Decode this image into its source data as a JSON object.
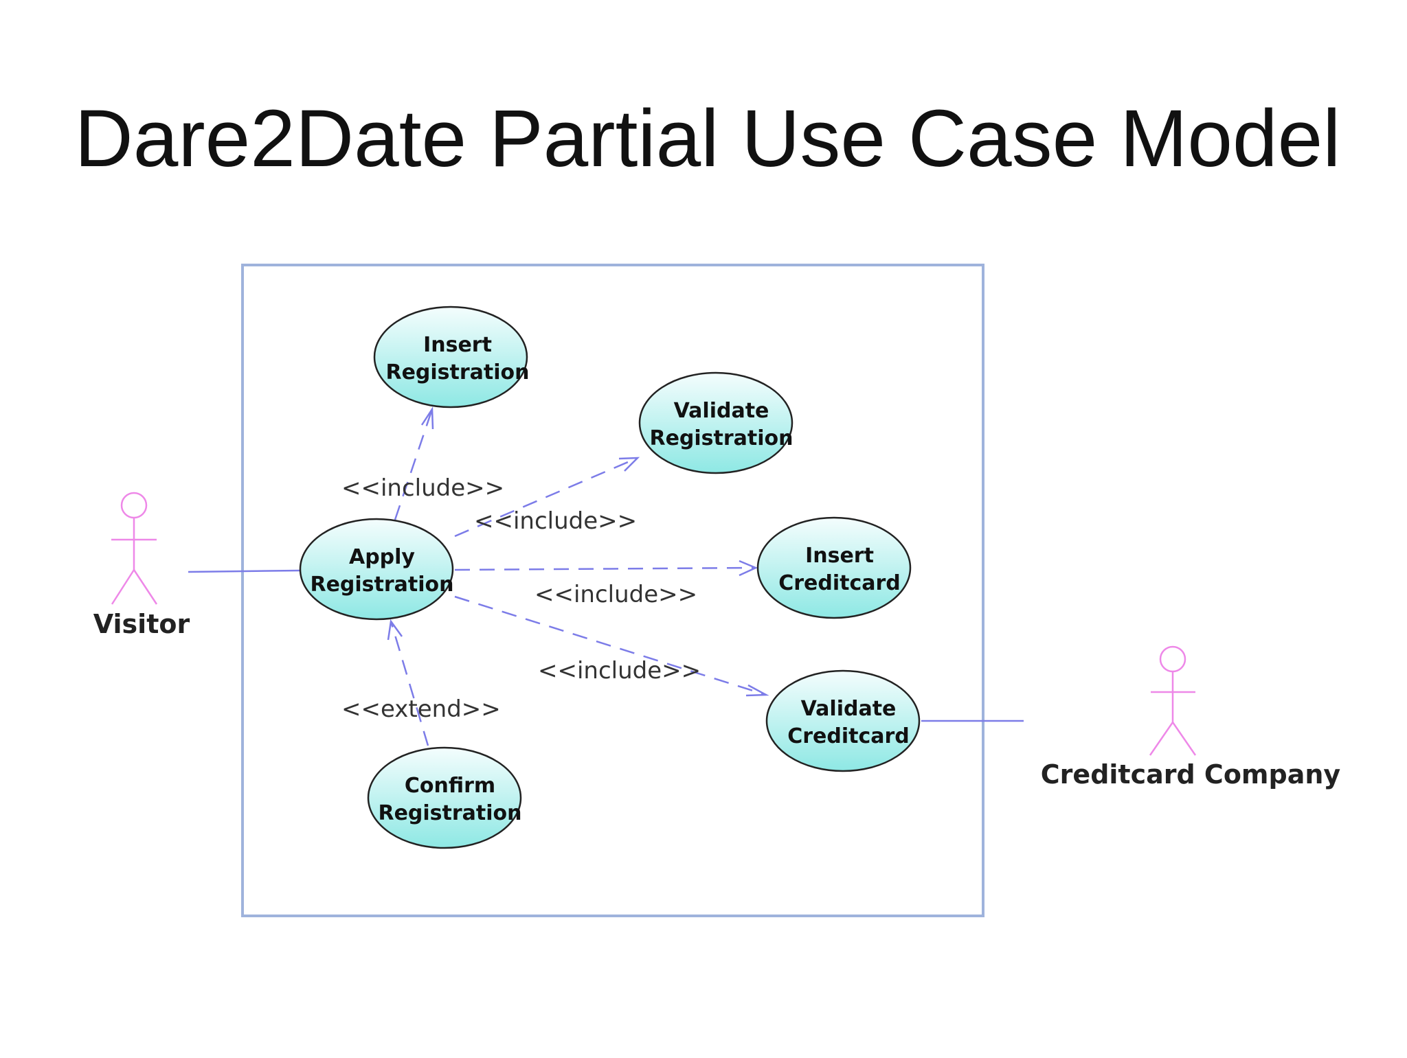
{
  "title": "Dare2Date Partial Use Case Model",
  "actors": {
    "visitor": "Visitor",
    "creditcard_company": "Creditcard Company"
  },
  "use_cases": {
    "insert_registration": [
      "Insert",
      "Registration"
    ],
    "validate_registration": [
      "Validate",
      "Registration"
    ],
    "apply_registration": [
      "Apply",
      "Registration"
    ],
    "insert_creditcard": [
      "Insert",
      "Creditcard"
    ],
    "validate_creditcard": [
      "Validate",
      "Creditcard"
    ],
    "confirm_registration": [
      "Confirm",
      "Registration"
    ]
  },
  "relationships": {
    "include_insert_registration": "<<include>>",
    "include_validate_registration": "<<include>>",
    "include_insert_creditcard": "<<include>>",
    "include_validate_creditcard": "<<include>>",
    "extend_confirm_registration": "<<extend>>"
  },
  "colors": {
    "use_case_fill_top": "#f4fdfd",
    "use_case_fill_bottom": "#8ee8e4",
    "connector": "#7c7ce8",
    "actor": "#ee88e8",
    "boundary": "#9fb3dc"
  }
}
